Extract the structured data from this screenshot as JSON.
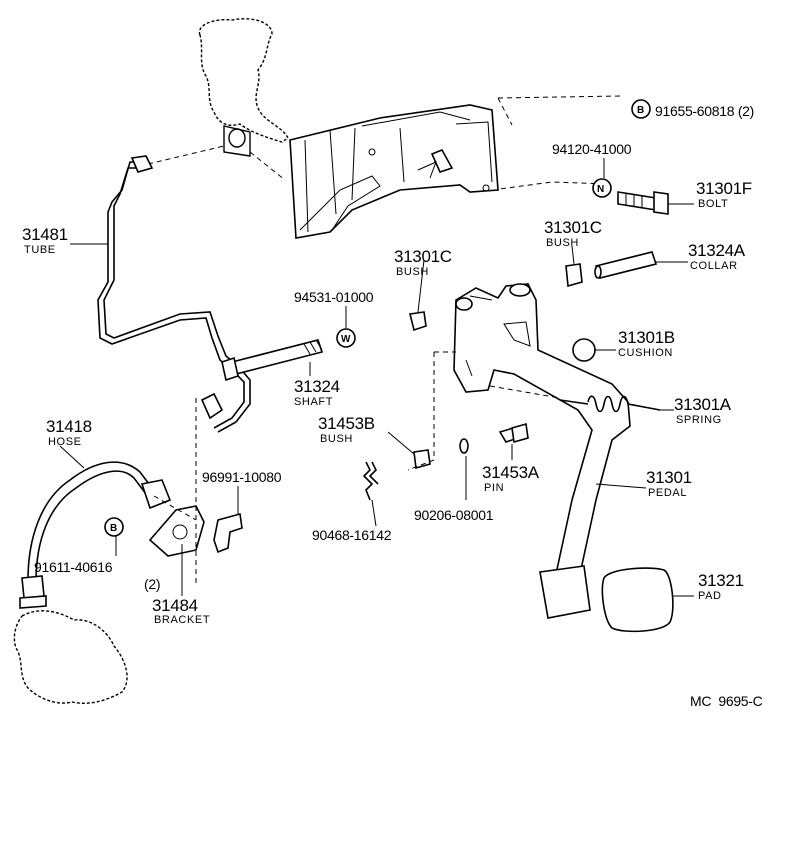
{
  "diagram": {
    "code": "MC  9695-C",
    "callouts": {
      "p91655": {
        "number": "91655-60818 (2)",
        "mark": "B"
      },
      "p94120": {
        "number": "94120-41000",
        "mark": "N"
      },
      "p31301F": {
        "number": "31301F",
        "name": "BOLT"
      },
      "p31481": {
        "number": "31481",
        "name": "TUBE"
      },
      "p31301C_a": {
        "number": "31301C",
        "name": "BUSH"
      },
      "p31301C_b": {
        "number": "31301C",
        "name": "BUSH"
      },
      "p31324A": {
        "number": "31324A",
        "name": "COLLAR"
      },
      "p94531": {
        "number": "94531-01000",
        "mark": "W"
      },
      "p31301B": {
        "number": "31301B",
        "name": "CUSHION"
      },
      "p31324": {
        "number": "31324",
        "name": "SHAFT"
      },
      "p31301A": {
        "number": "31301A",
        "name": "SPRING"
      },
      "p31418": {
        "number": "31418",
        "name": "HOSE"
      },
      "p31453B": {
        "number": "31453B",
        "name": "BUSH"
      },
      "p31453A": {
        "number": "31453A",
        "name": "PIN"
      },
      "p96991": {
        "number": "96991-10080"
      },
      "p31301": {
        "number": "31301",
        "name": "PEDAL"
      },
      "p90206": {
        "number": "90206-08001"
      },
      "p90468": {
        "number": "90468-16142"
      },
      "p91611": {
        "number": "91611-40616",
        "qty": "(2)",
        "mark": "B"
      },
      "p31484": {
        "number": "31484",
        "name": "BRACKET"
      },
      "p31321": {
        "number": "31321",
        "name": "PAD"
      }
    }
  }
}
